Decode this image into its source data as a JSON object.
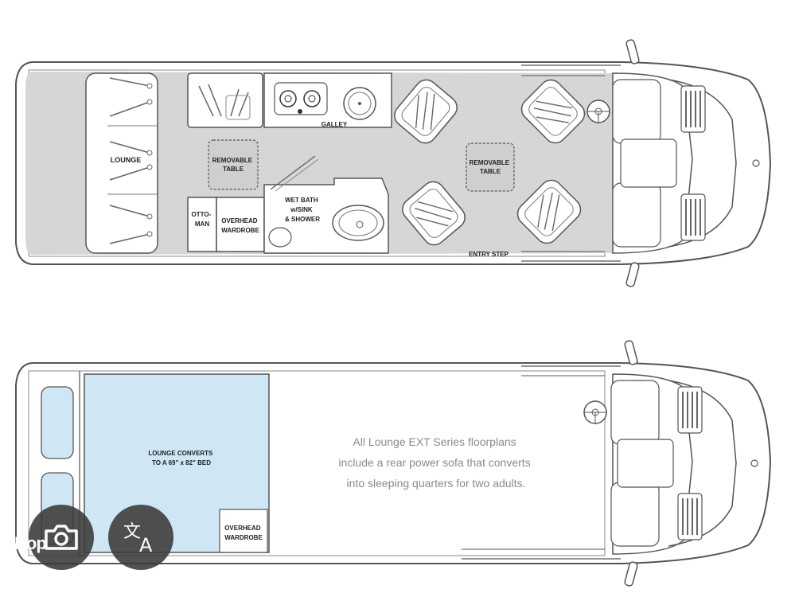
{
  "top_plan": {
    "labels": {
      "lounge": "LOUNGE",
      "galley": "GALLEY",
      "removable_table_left": [
        "REMOVABLE",
        "TABLE"
      ],
      "removable_table_right": [
        "REMOVABLE",
        "TABLE"
      ],
      "ottoman": [
        "OTTO-",
        "MAN"
      ],
      "overhead_wardrobe": [
        "OVERHEAD",
        "WARDROBE"
      ],
      "wet_bath": [
        "WET BATH",
        "w/SINK",
        "& SHOWER"
      ],
      "entry_step": "ENTRY STEP"
    }
  },
  "bottom_plan": {
    "bed_label": [
      "LOUNGE CONVERTS",
      "TO A 69\" x 82\" BED"
    ],
    "overhead_wardrobe": [
      "OVERHEAD",
      "WARDROBE"
    ],
    "description": [
      "All Lounge EXT Series floorplans",
      "include a rear power sofa that converts",
      "into sleeping quarters for two adults."
    ],
    "bed_color": "#cfe6f5"
  },
  "overlay": {
    "lens_button_icon": "camera-lens-icon",
    "translate_button_icon": "translate-icon",
    "translate_glyphs": [
      "文",
      "A"
    ],
    "partial_text": "Nop"
  },
  "colors": {
    "floor": "#d6d6d6",
    "outline": "#555555",
    "bed": "#cfe6f5",
    "fab": "#3a3a3a"
  }
}
